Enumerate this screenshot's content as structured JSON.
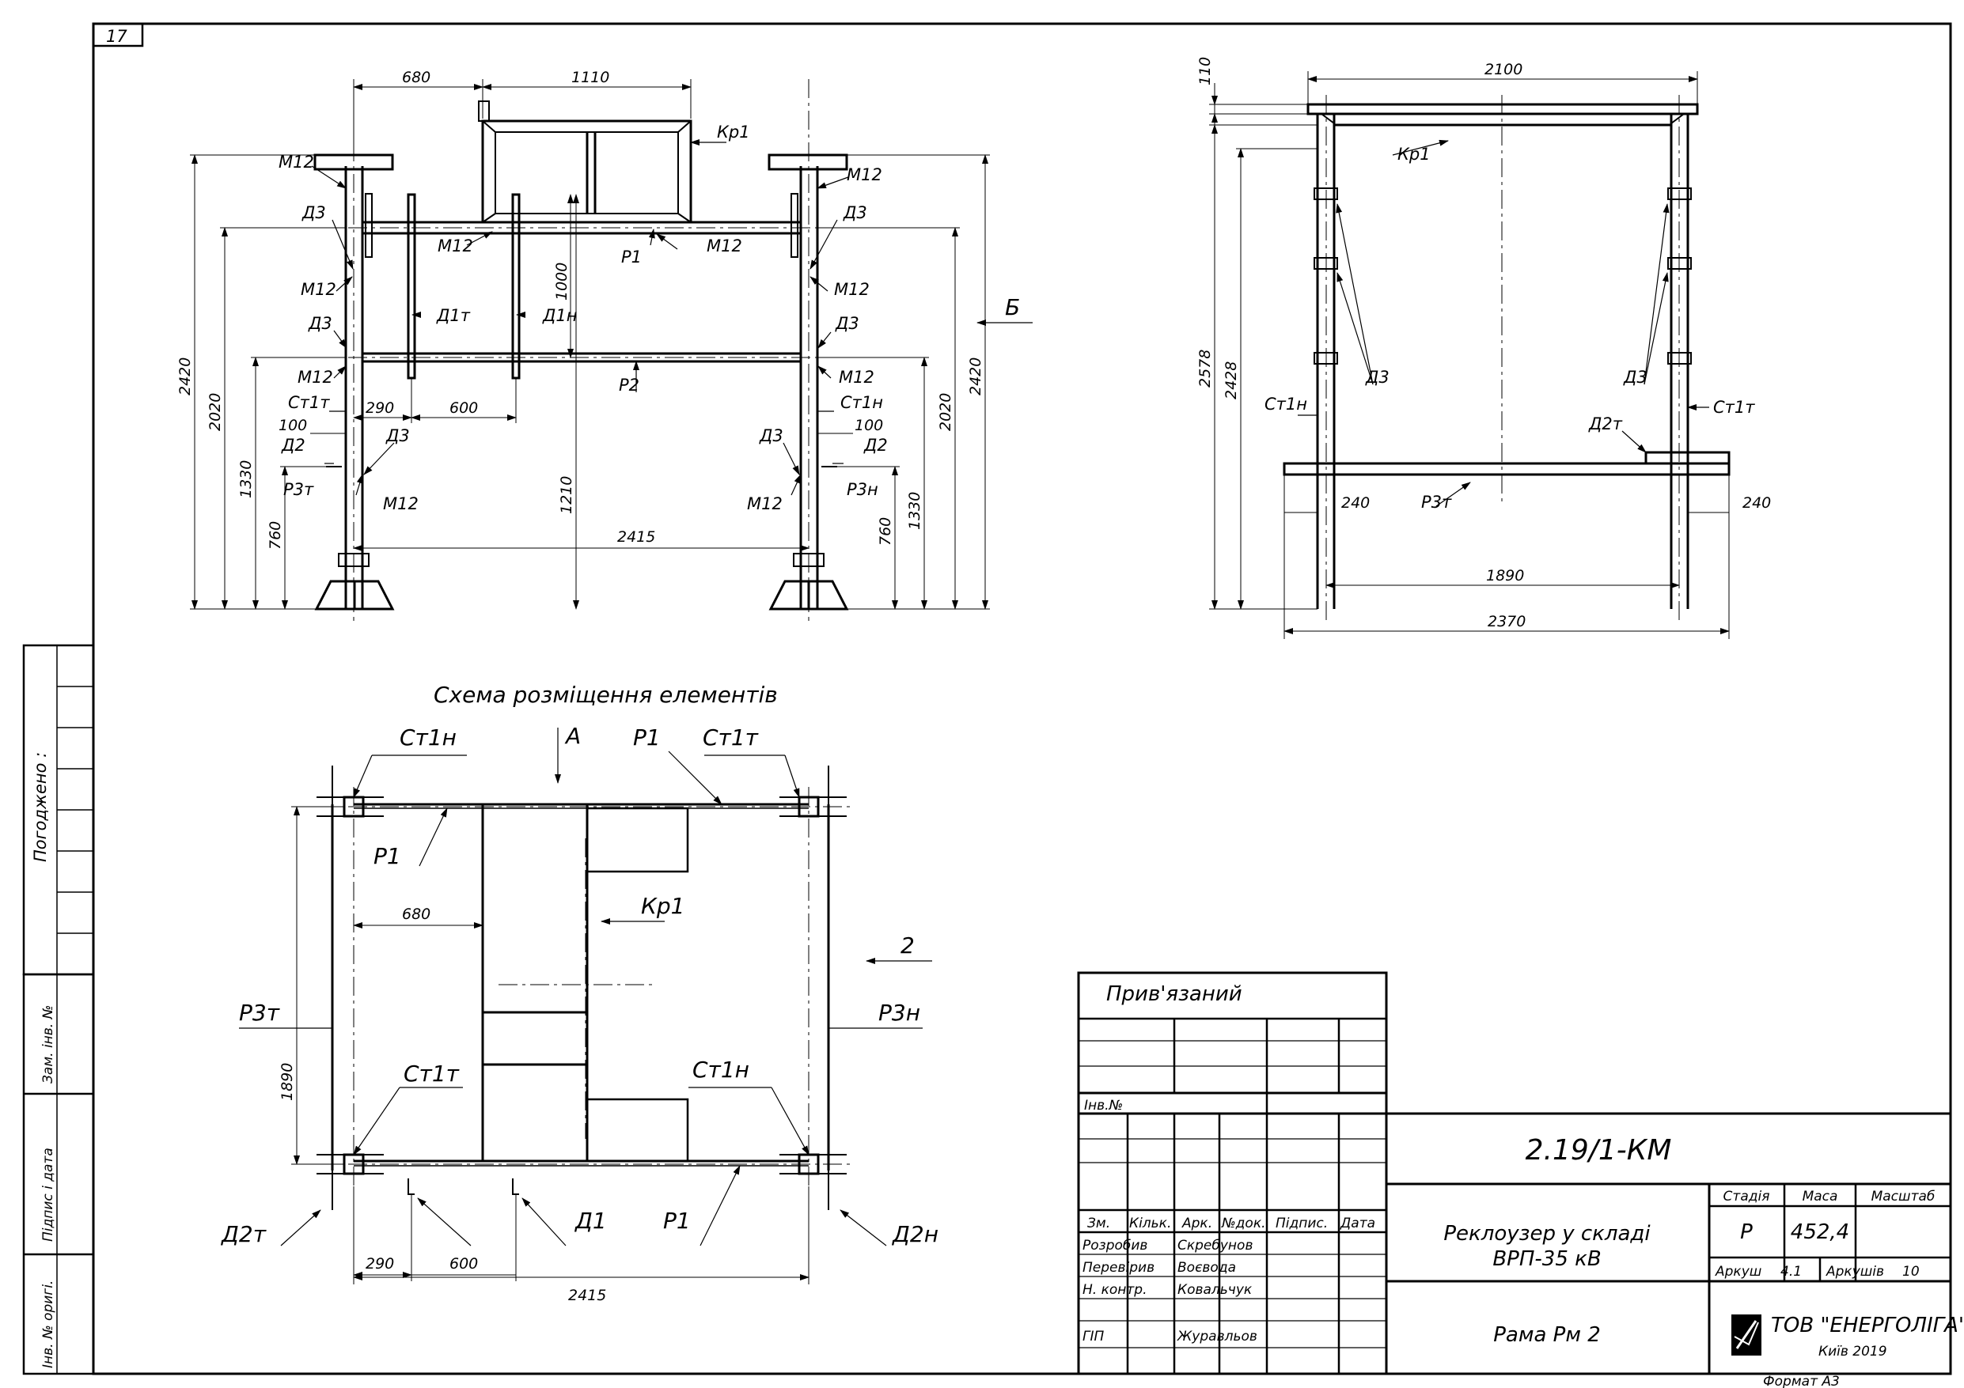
{
  "sheet": {
    "page_number": "17",
    "format": "Формат А3"
  },
  "left_stamp": {
    "agreed": "Погоджено :",
    "inv_replace": "Зам. інв. №",
    "sign_date": "Підпис і дата",
    "inv_orig": "Інв. № оригі."
  },
  "front_view": {
    "dims": {
      "d680": "680",
      "d1110": "1110",
      "d2420_l": "2420",
      "d2020_l": "2020",
      "d1330_l": "1330",
      "d760_l": "760",
      "d290": "290",
      "d600": "600",
      "d100_l": "100",
      "d100_r": "100",
      "d1000": "1000",
      "d1210": "1210",
      "d2415": "2415",
      "d2420_r": "2420",
      "d2020_r": "2020",
      "d1330_r": "1330",
      "d760_r": "760"
    },
    "labels": {
      "kr1": "Кр1",
      "m12_tl": "М12",
      "m12_tr": "М12",
      "d3_tl": "Д3",
      "d3_tr": "Д3",
      "m12_mid_l": "М12",
      "m12_mid_r": "М12",
      "p1": "Р1",
      "m12_l2": "М12",
      "m12_r2": "М12",
      "d3_l2": "Д3",
      "d3_r2": "Д3",
      "d1t": "Д1т",
      "d1n": "Д1н",
      "m12_l3": "М12",
      "m12_r3": "М12",
      "p2": "Р2",
      "st1t_l": "Ст1т",
      "st1n_r": "Ст1н",
      "d2_l": "Д2",
      "d2_r": "Д2",
      "d3_l3": "Д3",
      "d3_r3": "Д3",
      "p3t": "Р3т",
      "p3n": "Р3н",
      "m12_l4": "М12",
      "m12_r4": "М12",
      "view_b": "Б"
    }
  },
  "side_view": {
    "dims": {
      "d110": "110",
      "d2100": "2100",
      "d2578": "2578",
      "d2428": "2428",
      "d240_l": "240",
      "d240_r": "240",
      "d1890": "1890",
      "d2370": "2370"
    },
    "labels": {
      "kr1": "Кр1",
      "d3_l": "Д3",
      "d3_r": "Д3",
      "st1n": "Ст1н",
      "st1t": "Ст1т",
      "d2t": "Д2т",
      "p3t": "Р3т"
    }
  },
  "plan_view": {
    "title": "Схема розміщення елементів",
    "labels": {
      "view_a": "А",
      "st1n_tl": "Ст1н",
      "p1_top": "Р1",
      "st1t_tr": "Ст1т",
      "p1_left": "Р1",
      "kr1": "Кр1",
      "view_2": "2",
      "p3t": "Р3т",
      "p3n": "Р3н",
      "st1t_bl": "Ст1т",
      "st1n_br": "Ст1н",
      "d2t": "Д2т",
      "d1": "Д1",
      "p1_bot": "Р1",
      "d2n": "Д2н"
    },
    "dims": {
      "d680": "680",
      "d1890": "1890",
      "d290": "290",
      "d600": "600",
      "d2415": "2415"
    }
  },
  "title_block": {
    "linked": "Прив'язаний",
    "inv_no": "Інв.№",
    "code": "2.19/1-КМ",
    "headers": {
      "zm": "Зм.",
      "kilk": "Кільк.",
      "ark": "Арк.",
      "ndok": "№док.",
      "pidpys": "Підпис.",
      "data": "Дата"
    },
    "rows": [
      {
        "role": "Розробив",
        "name": "Скребунов"
      },
      {
        "role": "Перевірив",
        "name": "Воєвода"
      },
      {
        "role": "Н. контр.",
        "name": "Ковальчук"
      },
      {
        "role": "",
        "name": ""
      },
      {
        "role": "ГІП",
        "name": "Журавльов"
      }
    ],
    "project_line1": "Реклоузер у складі",
    "project_line2": "ВРП-35 кВ",
    "stage_label": "Стадія",
    "mass_label": "Маса",
    "scale_label": "Масштаб",
    "stage": "Р",
    "mass": "452,4",
    "sheet_label": "Аркуш",
    "sheet_no": "4.1",
    "sheets_label": "Аркушів",
    "sheets_total": "10",
    "drawing_title": "Рама Рм 2",
    "company": "ТОВ  \"ЕНЕРГОЛІГА\"",
    "city_year": "Київ  2019"
  }
}
